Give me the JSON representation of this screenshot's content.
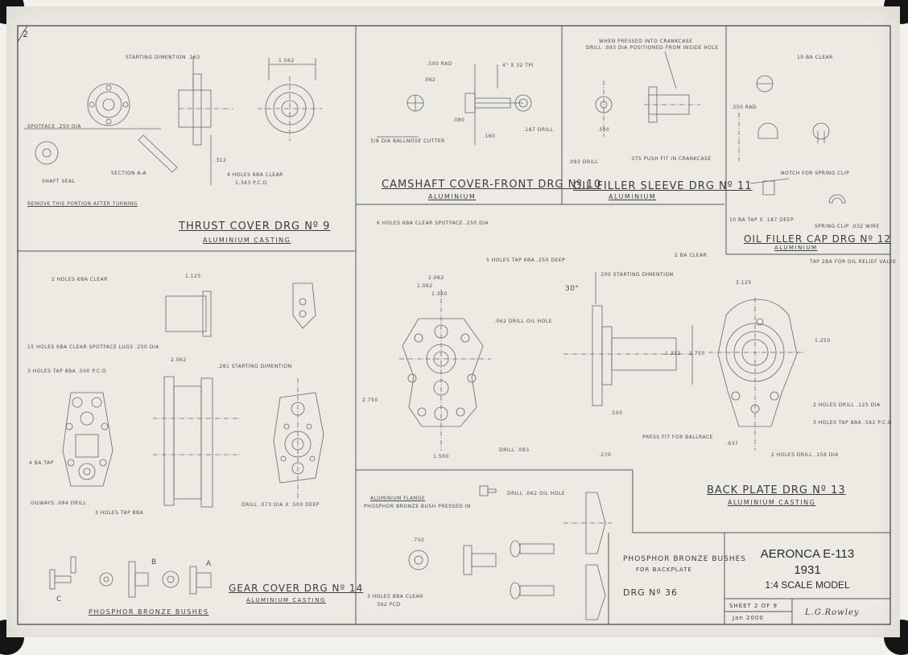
{
  "sheet_corner_number": "2",
  "thrust_cover": {
    "title": "THRUST COVER  DRG Nº 9",
    "material": "ALUMINIUM CASTING",
    "notes": [
      "STARTING DIMENTION .163",
      "SPOTFACE .250 DIA",
      "SHAFT SEAL",
      "SECTION A-A",
      "4 HOLES 6BA CLEAR",
      "1.343 P.C.D",
      "REMOVE THIS PORTION AFTER TURNING",
      "1.562",
      ".312"
    ]
  },
  "camshaft_cover": {
    "title": "CAMSHAFT COVER-FRONT  DRG Nº 10",
    "material": "ALUMINIUM",
    "notes": [
      ".500 RAD",
      "4° X 32 TPI",
      ".062",
      ".080",
      ".160",
      ".187 DRILL",
      "3/8 DIA BALLNOSE CUTTER"
    ]
  },
  "oil_filler_sleeve": {
    "title": "OIL FILLER SLEEVE  DRG Nº 11",
    "material": "ALUMINIUM",
    "notes": [
      "WHEN PRESSED INTO CRANKCASE",
      "DRILL .093 DIA POSITIONED FROM INSIDE HOLE",
      ".500",
      ".093 DRILL",
      ".375 PUSH FIT IN CRANKCASE"
    ]
  },
  "oil_filler_cap": {
    "title": "OIL FILLER CAP  DRG Nº 12",
    "material": "ALUMINIUM",
    "notes": [
      "10 BA CLEAR",
      ".350 RAD",
      "NOTCH FOR SPRING CLIP",
      "10 BA TAP X .187 DEEP",
      "SPRING CLIP .032 WIRE"
    ]
  },
  "gear_cover": {
    "title": "GEAR COVER  DRG Nº 14",
    "material": "ALUMINIUM CASTING",
    "notes": [
      "2 HOLES 6BA CLEAR",
      "15 HOLES 6BA CLEAR SPOTFACE LUGS .250 DIA",
      "3 HOLES TAP 8BA .500 P.C.D",
      "4 BA TAP",
      "OILWAYS .094 DRILL",
      "3 HOLES TAP 8BA",
      ".281 STARTING DIMENTION",
      "2.062",
      "1.125",
      "DRILL .073 DIA X .500 DEEP"
    ]
  },
  "back_plate": {
    "title": "BACK PLATE  DRG Nº 13",
    "material": "ALUMINIUM CASTING",
    "notes": [
      "6 HOLES 6BA CLEAR SPOTFACE .250 DIA",
      "5 HOLES TAP 6BA .250 DEEP",
      "2.062",
      "1.062",
      "1.320",
      "2.750",
      "1.500",
      "DRILL .093",
      ".200 STARTING DIMENTION",
      "30°",
      ".062 DRILL OIL HOLE",
      "1.312",
      "1.750",
      ".270",
      ".550",
      "PRESS FIT FOR BALLRACE",
      "2 BA CLEAR",
      "TAP 2BA FOR OIL RELIEF VALVE",
      "3.125",
      "1.250",
      "2 HOLES DRILL .125 DIA",
      "3 HOLES TAP 8BA .562 P.C.D",
      "2 HOLES DRILL .156 DIA",
      ".637"
    ]
  },
  "bushes_left": {
    "title": "PHOSPHOR BRONZE BUSHES",
    "labels": [
      "A",
      "B",
      "C"
    ]
  },
  "bushes_backplate": {
    "title": "PHOSPHOR BRONZE BUSHES",
    "subtitle": "FOR BACKPLATE",
    "drg": "DRG Nº 36",
    "notes": [
      "ALUMINIUM FLANGE",
      "PHOSPHOR BRONZE BUSH PRESSED IN",
      "DRILL .062 OIL HOLE",
      ".750",
      "3 HOLES 8BA CLEAR",
      ".562 PCD"
    ]
  },
  "title_block": {
    "model": "AERONCA E-113",
    "year": "1931",
    "scale": "1:4 SCALE MODEL",
    "sheet": "SHEET 2 OF 9",
    "date": "Jan 2000",
    "signature": "L.G.Rowley"
  }
}
